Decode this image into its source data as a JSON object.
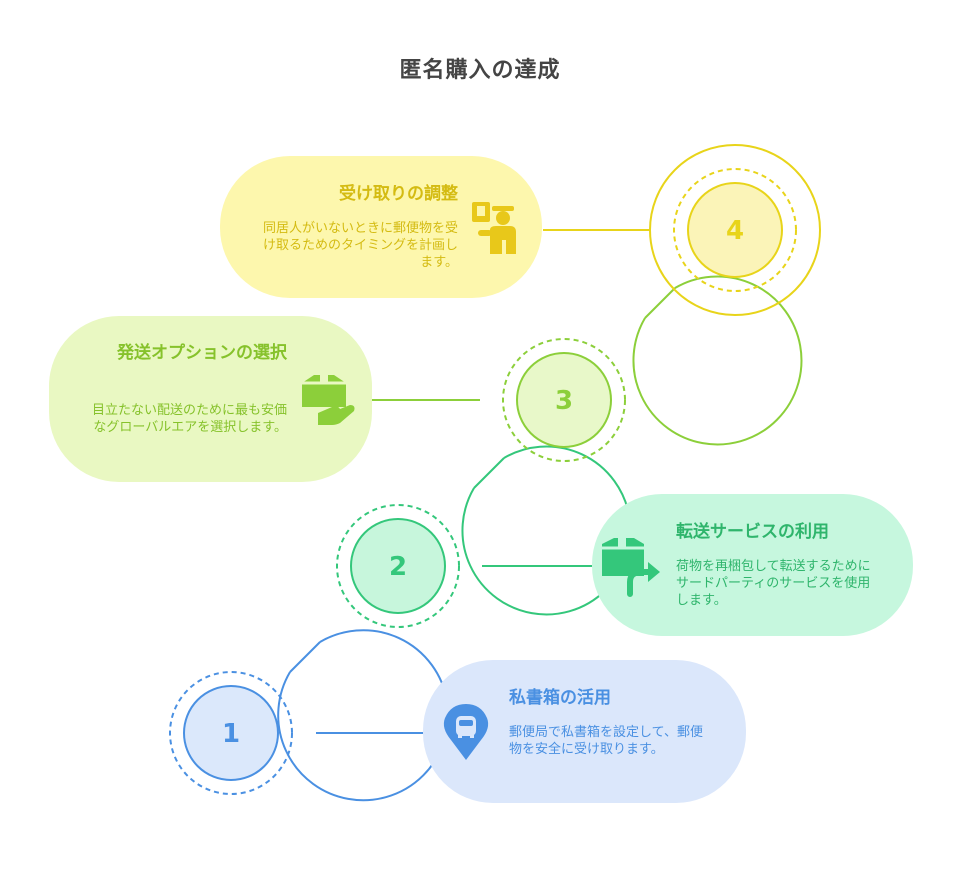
{
  "title": "匿名購入の達成",
  "steps": [
    {
      "number": "1",
      "title": "私書箱の活用",
      "description": "郵便局で私書箱を設定して、郵便物を安全に受け取ります。",
      "icon": "mailbox-pin-icon",
      "color": "#4a90e2"
    },
    {
      "number": "2",
      "title": "転送サービスの利用",
      "description": "荷物を再梱包して転送するためにサードパーティのサービスを使用します。",
      "icon": "package-forward-icon",
      "color": "#34c77b"
    },
    {
      "number": "3",
      "title": "発送オプションの選択",
      "description": "目立たない配送のために最も安価なグローバルエアを選択します。",
      "icon": "package-hand-icon",
      "color": "#8ccf3a"
    },
    {
      "number": "4",
      "title": "受け取りの調整",
      "description": "同居人がいないときに郵便物を受け取るためのタイミングを計画します。",
      "icon": "delivery-person-icon",
      "color": "#e8d41a"
    }
  ]
}
